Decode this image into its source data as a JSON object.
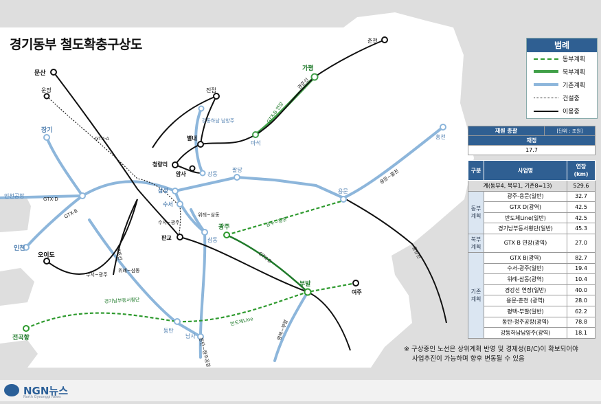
{
  "map": {
    "title": "경기동부 철도확충구상도",
    "stations": {
      "munsan": "문산",
      "unjeong": "운정",
      "janggi": "장기",
      "incheon_airport": "인천공항",
      "incheon": "인천",
      "oido": "오이도",
      "jeongokhang": "전곡항",
      "cheongnyangni": "청량리",
      "byeollae": "별내",
      "jinjeop": "진접",
      "gangdong_hanam": "강동하남\n남양주",
      "amsa": "암사",
      "gangdong": "강동",
      "paldang": "팔당",
      "samseong": "삼성",
      "suseo": "수서",
      "pangyo": "판교",
      "samdong": "삼동",
      "gwangju": "광주",
      "dongtan": "동탄",
      "namsa": "남사",
      "bubal": "부발",
      "yeoju": "여주",
      "yongmun": "용문",
      "hongcheon": "홍천",
      "gapyeong": "가평",
      "masuk": "마석",
      "chuncheon": "춘천"
    },
    "line_labels": {
      "gtx_a": "GTX-A",
      "gtx_d_west": "GTX-D",
      "gtx_b_west": "GTX-B",
      "gtx_b_ext": "GTX-B 연장",
      "gyeongchun": "경춘선",
      "yongmun_hongcheon": "용문~홍천",
      "gwangju_yongmun": "광주~용문",
      "gtx_d_east": "GTX-D",
      "jungang": "중앙선",
      "suseo_gwangju_map": "수서~광주",
      "wirye_samdong_map": "위례~삼동",
      "suseo_gwangju_south": "수서~광주",
      "wirye_samdong_south": "위례~삼동",
      "line4": "4호선",
      "gyeonggi_namsa": "경기남부동서횡단",
      "bandoche": "반도체Line",
      "pyeongtaek_bubal": "평택~부발",
      "dongtan_cheongju": "동탄~청주공항",
      "gyeonggang": "경강선 연장"
    }
  },
  "legend": {
    "title": "범례",
    "items": [
      {
        "label": "동부계획"
      },
      {
        "label": "북부계획"
      },
      {
        "label": "기존계획"
      },
      {
        "label": "건설중"
      },
      {
        "label": "이용중"
      }
    ]
  },
  "budget": {
    "header": "재원 총괄",
    "unit": "[단위 : 조원]",
    "sub": "재정",
    "value": "17.7"
  },
  "table": {
    "headers": {
      "group": "구분",
      "project": "사업명",
      "length": "연장\n(km)"
    },
    "total": {
      "label": "계(동부4, 북부1, 기존8=13)",
      "value": "529.6"
    },
    "groups": [
      {
        "name": "동부\n계획",
        "rows": [
          {
            "project": "광주-용문(일반)",
            "length": "32.7"
          },
          {
            "project": "GTX D(광역)",
            "length": "42.5"
          },
          {
            "project": "반도체Line(일반)",
            "length": "42.5"
          },
          {
            "project": "경기남부동서횡단(일반)",
            "length": "45.3"
          }
        ]
      },
      {
        "name": "북부\n계획",
        "rows": [
          {
            "project": "GTX B 연장(광역)",
            "length": "27.0"
          }
        ]
      },
      {
        "name": "기존\n계획",
        "rows": [
          {
            "project": "GTX B(광역)",
            "length": "82.7"
          },
          {
            "project": "수서-광주(일반)",
            "length": "19.4"
          },
          {
            "project": "위례-삼동(광역)",
            "length": "10.4"
          },
          {
            "project": "경강선 연장(일반)",
            "length": "40.0"
          },
          {
            "project": "용문-춘천 (광역)",
            "length": "28.0"
          },
          {
            "project": "평택-부발(일반)",
            "length": "62.2"
          },
          {
            "project": "동탄-청주공항(광역)",
            "length": "78.8"
          },
          {
            "project": "강동하남남양주(광역)",
            "length": "18.1"
          }
        ]
      }
    ]
  },
  "note": {
    "line1": "※ 구상중인 노선은 상위계획 반영 및 경제성(B/C)이 확보되어야",
    "line2": "사업추진이 가능하며 향후 변동될 수 있음"
  },
  "footer": {
    "logo": "NGN뉴스",
    "sub": "North Gyeonggi News"
  },
  "colors": {
    "east_plan": "#2e9a2e",
    "north_plan": "#3f9f47",
    "existing_plan": "#8db6db",
    "construction": "#222222",
    "in_use": "#111111",
    "header_blue": "#2f5f92",
    "land": "#ffffff",
    "sea": "#dedede"
  }
}
